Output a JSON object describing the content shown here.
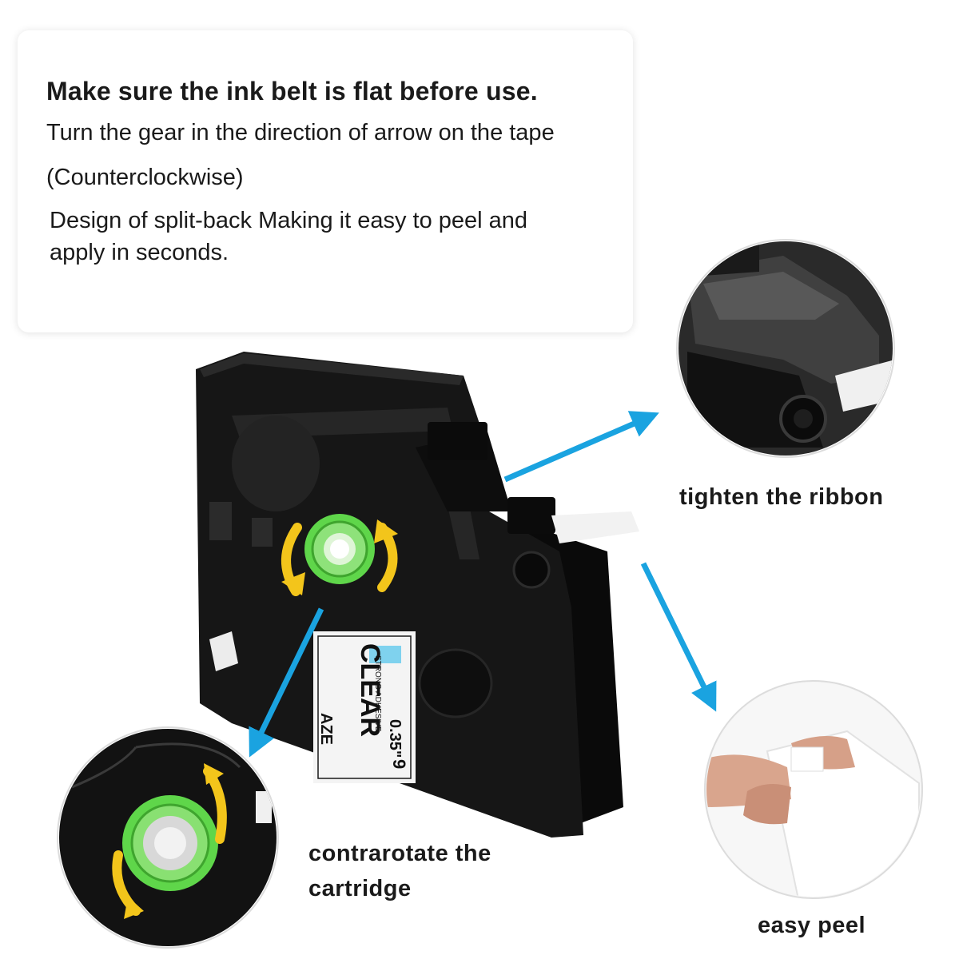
{
  "instructions": {
    "heading": "Make sure the ink belt is flat before use.",
    "line1": "Turn the gear in the direction of arrow on the tape",
    "line2": "(Counterclockwise)",
    "line3": "Design of split-back Making it easy to peel and",
    "line4": "apply in seconds."
  },
  "captions": {
    "ribbon": "tighten the ribbon",
    "cartridge_line1": "contrarotate the",
    "cartridge_line2": "cartridge",
    "peel": "easy peel"
  },
  "label": {
    "brand": "CLEAR",
    "subtitle": "STRONG ADHESIVE",
    "model": "AZE",
    "width": "0.35\"",
    "mm": "9"
  },
  "colors": {
    "cartridge": "#141414",
    "gear_green": "#5fd64a",
    "arrow_yellow": "#f3c51b",
    "pointer_blue": "#1aa3e0",
    "text": "#1a1a1a"
  }
}
